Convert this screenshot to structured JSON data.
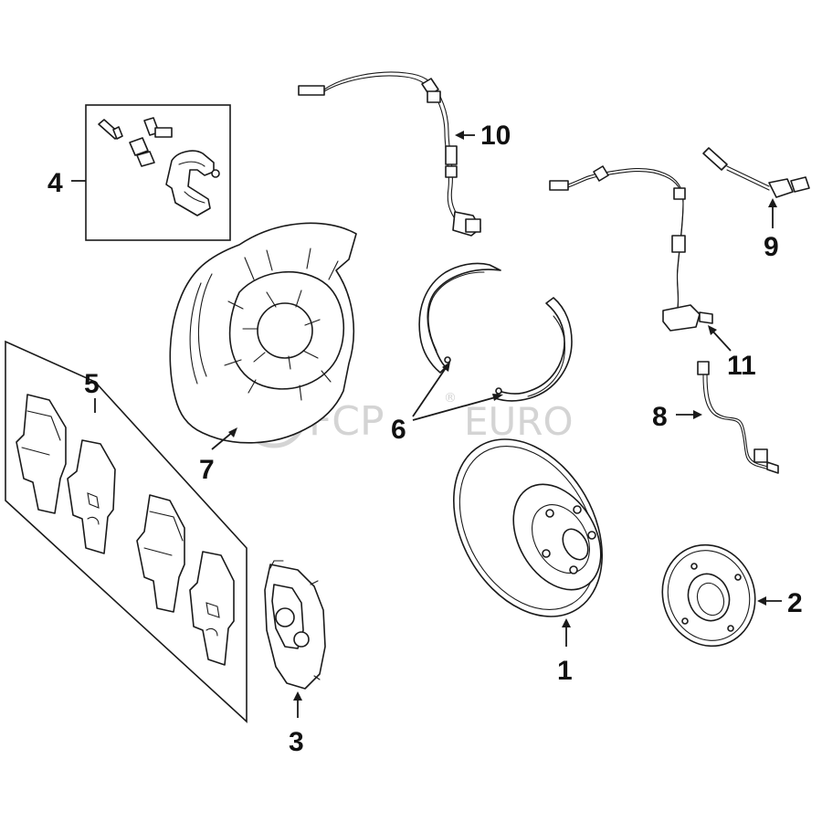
{
  "watermark": {
    "brand": "FCP",
    "suffix": "EURO",
    "registered_mark": "®"
  },
  "callouts": {
    "c1": "1",
    "c2": "2",
    "c3": "3",
    "c4": "4",
    "c5": "5",
    "c6": "6",
    "c7": "7",
    "c8": "8",
    "c9": "9",
    "c10": "10",
    "c11": "11"
  },
  "colors": {
    "line": "#1a1a1a",
    "watermark": "#d4d4d4",
    "background": "#ffffff"
  }
}
